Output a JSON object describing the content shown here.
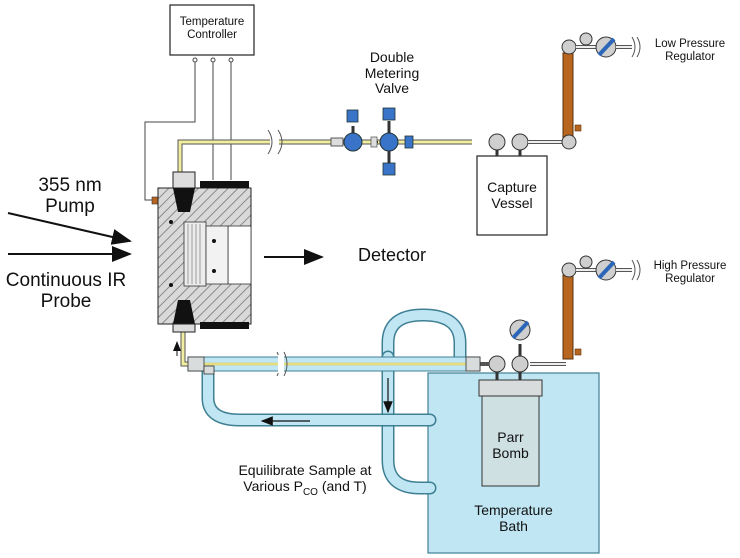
{
  "labels": {
    "temperature_controller_line1": "Temperature",
    "temperature_controller_line2": "Controller",
    "double_metering_valve_line1": "Double",
    "double_metering_valve_line2": "Metering",
    "double_metering_valve_line3": "Valve",
    "low_pressure_regulator_line1": "Low Pressure",
    "low_pressure_regulator_line2": "Regulator",
    "high_pressure_regulator_line1": "High Pressure",
    "high_pressure_regulator_line2": "Regulator",
    "pump_line1": "355 nm",
    "pump_line2": "Pump",
    "probe_line1": "Continuous IR",
    "probe_line2": "Probe",
    "detector": "Detector",
    "capture_vessel_line1": "Capture",
    "capture_vessel_line2": "Vessel",
    "parr_bomb_line1": "Parr",
    "parr_bomb_line2": "Bomb",
    "equilibrate_line1": "Equilibrate Sample at",
    "equilibrate_line2_prefix": "Various P",
    "equilibrate_line2_sub": "CO",
    "equilibrate_line2_suffix": " (and T)",
    "temperature_bath_line1": "Temperature",
    "temperature_bath_line2": "Bath"
  },
  "colors": {
    "gas_line": "#f2eea0",
    "bath_water": "#bfe6f2",
    "bath_border": "#3f7f94",
    "valve_blue": "#3a74c8",
    "valve_handle": "#2c66b8",
    "regulator_pipe": "#b8651f",
    "metal_gray": "#cfcfcf",
    "hatch_gray": "#8a8a8a",
    "dark": "#111111"
  },
  "icons": {
    "metering_valve": "metering-valve-icon",
    "regulator": "pressure-regulator-icon",
    "ball_valve": "ball-valve-icon",
    "gauge": "pressure-gauge-icon",
    "sample_cell": "ir-sample-cell-icon"
  }
}
